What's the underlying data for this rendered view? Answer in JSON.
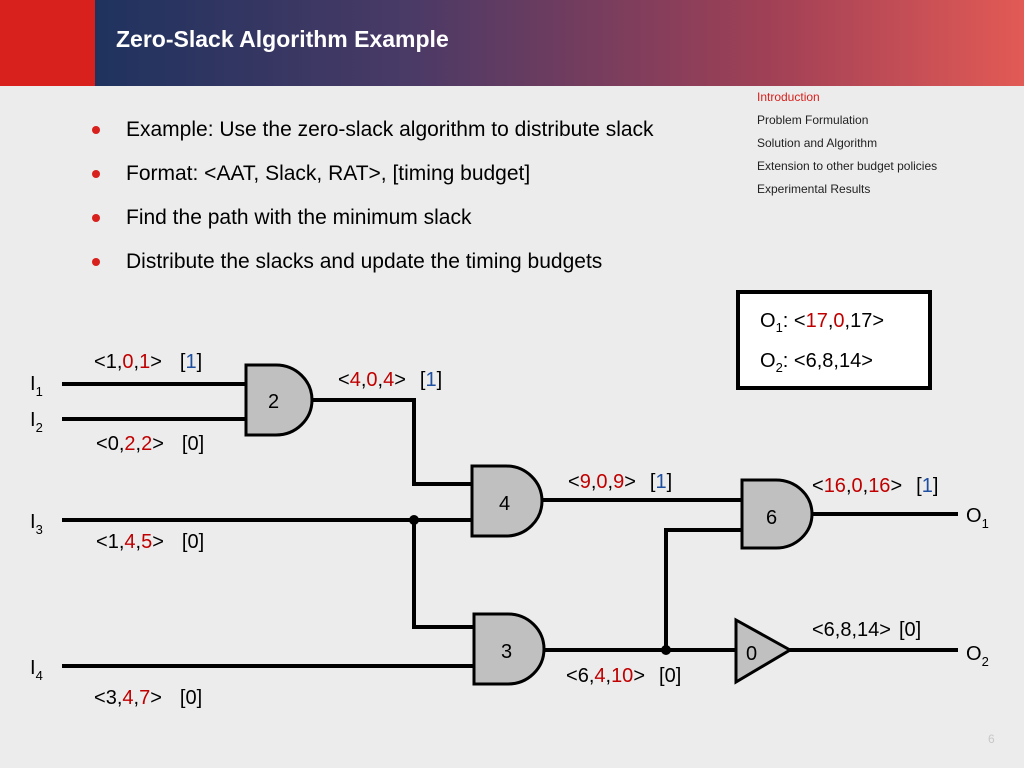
{
  "title": "Zero-Slack Algorithm Example",
  "bullets": [
    "Example: Use the zero-slack algorithm to distribute slack",
    "Format: <AAT, Slack, RAT>, [timing budget]",
    "Find the path with the minimum slack",
    "Distribute the slacks and update the timing budgets"
  ],
  "nav": {
    "items": [
      "Introduction",
      "Problem Formulation",
      "Solution and Algorithm",
      "Extension to other budget policies",
      "Experimental Results"
    ],
    "active_index": 0
  },
  "slide_number": "6",
  "colors": {
    "accent_red": "#c00000",
    "budget_blue": "#1f4fa0",
    "header_left": "#12305c",
    "header_right": "#e25a55"
  },
  "outputs_box": {
    "o1": {
      "name": "O",
      "sub": "1",
      "aat": "17",
      "slack": "0",
      "rat": "17"
    },
    "o2": {
      "name": "O",
      "sub": "2",
      "aat": "6",
      "slack": "8",
      "rat": "14"
    }
  },
  "inputs": [
    {
      "name": "I",
      "sub": "1"
    },
    {
      "name": "I",
      "sub": "2"
    },
    {
      "name": "I",
      "sub": "3"
    },
    {
      "name": "I",
      "sub": "4"
    }
  ],
  "outputs": [
    {
      "name": "O",
      "sub": "1"
    },
    {
      "name": "O",
      "sub": "2"
    }
  ],
  "gates": [
    {
      "id": "g2",
      "label": "2"
    },
    {
      "id": "g4",
      "label": "4"
    },
    {
      "id": "g3",
      "label": "3"
    },
    {
      "id": "g6",
      "label": "6"
    },
    {
      "id": "g0",
      "label": "0"
    }
  ],
  "timing_labels": {
    "i1": {
      "aat": "1",
      "slack": "0",
      "rat": "1",
      "budget": "1"
    },
    "i2": {
      "aat": "0",
      "slack": "2",
      "rat": "2",
      "budget": "0"
    },
    "i3": {
      "aat": "1",
      "slack": "4",
      "rat": "5",
      "budget": "0"
    },
    "i4": {
      "aat": "3",
      "slack": "4",
      "rat": "7",
      "budget": "0"
    },
    "g2": {
      "aat": "4",
      "slack": "0",
      "rat": "4",
      "budget": "1"
    },
    "g4": {
      "aat": "9",
      "slack": "0",
      "rat": "9",
      "budget": "1"
    },
    "g3": {
      "aat": "6",
      "slack": "4",
      "rat": "10",
      "budget": "0"
    },
    "g6": {
      "aat": "16",
      "slack": "0",
      "rat": "16",
      "budget": "1"
    },
    "g0": {
      "text": "<6,8,14>",
      "budget": "0"
    }
  }
}
